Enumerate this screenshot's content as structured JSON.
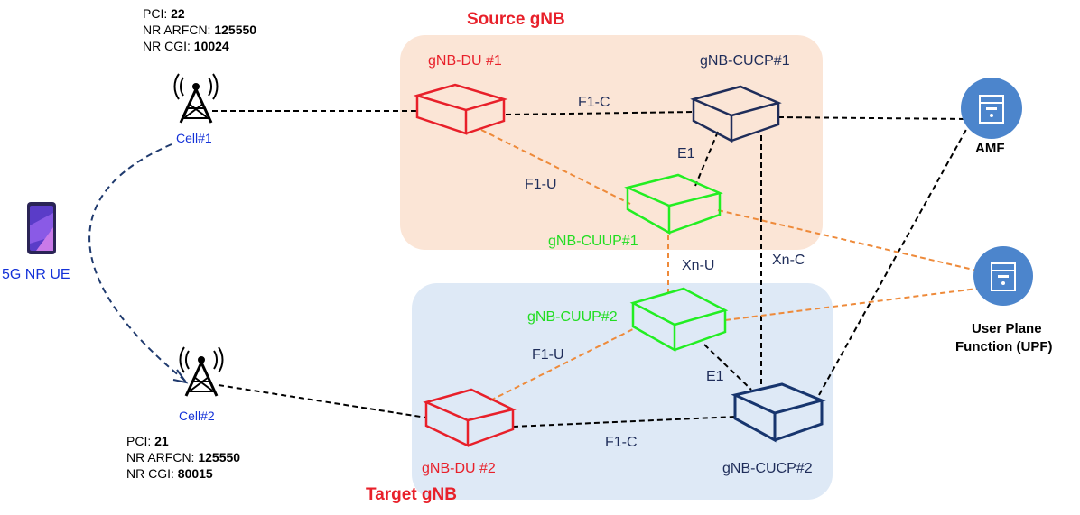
{
  "source_gnb": {
    "title": "Source gNB"
  },
  "target_gnb": {
    "title": "Target gNB"
  },
  "cell1": {
    "label": "Cell#1",
    "pci_label": "PCI: ",
    "pci_value": "22",
    "arfcn_label": "NR ARFCN: ",
    "arfcn_value": "125550",
    "cgi_label": "NR CGI: ",
    "cgi_value": "10024"
  },
  "cell2": {
    "label": "Cell#2",
    "pci_label": "PCI: ",
    "pci_value": "21",
    "arfcn_label": "NR ARFCN: ",
    "arfcn_value": "125550",
    "cgi_label": "NR CGI: ",
    "cgi_value": "80015"
  },
  "ue": {
    "label": "5G NR UE"
  },
  "nodes": {
    "du1": "gNB-DU #1",
    "cucp1": "gNB-CUCP#1",
    "cuup1": "gNB-CUUP#1",
    "du2": "gNB-DU #2",
    "cucp2": "gNB-CUCP#2",
    "cuup2": "gNB-CUUP#2",
    "amf": "AMF",
    "upf_line1": "User Plane",
    "upf_line2": "Function (UPF)"
  },
  "interfaces": {
    "f1c_top": "F1-C",
    "e1_top": "E1",
    "f1u_top": "F1-U",
    "xn_u": "Xn-U",
    "xn_c": "Xn-C",
    "f1u_bottom": "F1-U",
    "e1_bottom": "E1",
    "f1c_bottom": "F1-C"
  },
  "colors": {
    "du": "#e8202a",
    "cucp": "#1f2d5a",
    "cuup": "#22ee22",
    "cucp_dark_blue": "#17356e",
    "label_blue": "#1432d8",
    "source_bg": "#fbe5d6",
    "target_bg": "#dee9f6",
    "orange_line": "#ee8a3a",
    "circle_blue": "#4c85cc"
  }
}
